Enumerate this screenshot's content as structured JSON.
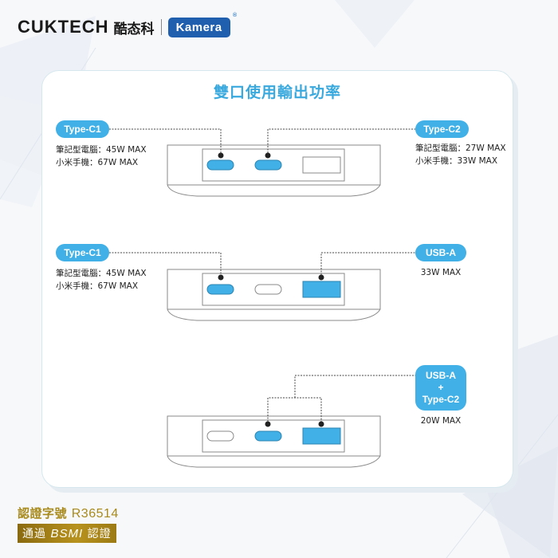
{
  "header": {
    "brand": "CUKTECH",
    "brand_cn": "酷态科",
    "partner": "Kamera",
    "partner_mark": "®"
  },
  "card": {
    "title": "雙口使用輸出功率"
  },
  "scenarios": [
    {
      "left_port": {
        "label": "Type-C1",
        "specs": [
          "筆記型電腦：45W MAX",
          "小米手機：67W MAX"
        ]
      },
      "right_port": {
        "label": "Type-C2",
        "specs": [
          "筆記型電腦：27W MAX",
          "小米手機：33W MAX"
        ]
      },
      "active_ports": [
        "Type-C1",
        "Type-C2"
      ]
    },
    {
      "left_port": {
        "label": "Type-C1",
        "specs": [
          "筆記型電腦：45W MAX",
          "小米手機：67W MAX"
        ]
      },
      "right_port": {
        "label": "USB-A",
        "specs": [
          "33W MAX"
        ]
      },
      "active_ports": [
        "Type-C1",
        "USB-A"
      ]
    },
    {
      "right_port": {
        "label_lines": [
          "USB-A",
          "+",
          "Type-C2"
        ],
        "specs": [
          "20W MAX"
        ]
      },
      "active_ports": [
        "Type-C2",
        "USB-A"
      ]
    }
  ],
  "certification": {
    "line1_label": "認證字號",
    "line1_number": "R36514",
    "line2_prefix": "通過",
    "line2_brand": "BSMI",
    "line2_suffix": "認證"
  },
  "colors": {
    "accent": "#41b0e6",
    "title": "#3aa9de",
    "gold": "#a88a1c",
    "kamera": "#1f5fae"
  }
}
